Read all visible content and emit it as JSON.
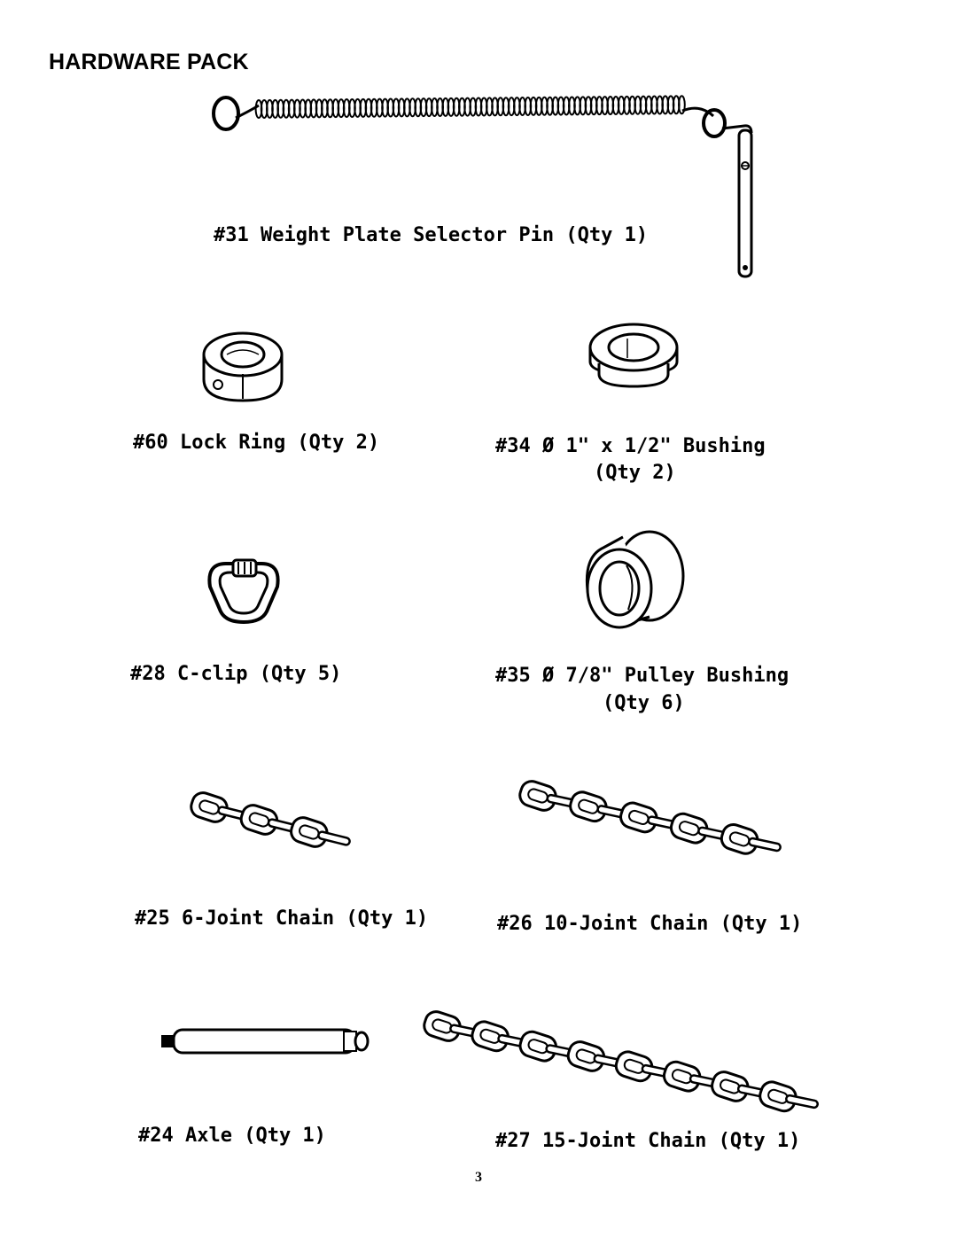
{
  "page": {
    "title": "HARDWARE PACK",
    "page_number": "3"
  },
  "parts": {
    "p31": {
      "label": "#31 Weight Plate Selector Pin (Qty 1)",
      "icon": "selector-pin-icon"
    },
    "p60": {
      "label": "#60 Lock Ring (Qty 2)",
      "icon": "lock-ring-icon"
    },
    "p34": {
      "label_line1": "#34 Ø 1\" x 1/2\" Bushing",
      "label_line2": "(Qty 2)",
      "icon": "bushing-icon"
    },
    "p28": {
      "label": "#28 C-clip (Qty 5)",
      "icon": "c-clip-icon"
    },
    "p35": {
      "label_line1": "#35 Ø 7/8\" Pulley Bushing",
      "label_line2": "(Qty 6)",
      "icon": "pulley-bushing-icon"
    },
    "p25": {
      "label": "#25 6-Joint Chain (Qty 1)",
      "icon": "chain-icon"
    },
    "p26": {
      "label": "#26 10-Joint Chain (Qty 1)",
      "icon": "chain-icon"
    },
    "p24": {
      "label": "#24 Axle (Qty 1)",
      "icon": "axle-icon"
    },
    "p27": {
      "label": "#27 15-Joint Chain (Qty 1)",
      "icon": "chain-icon"
    }
  }
}
